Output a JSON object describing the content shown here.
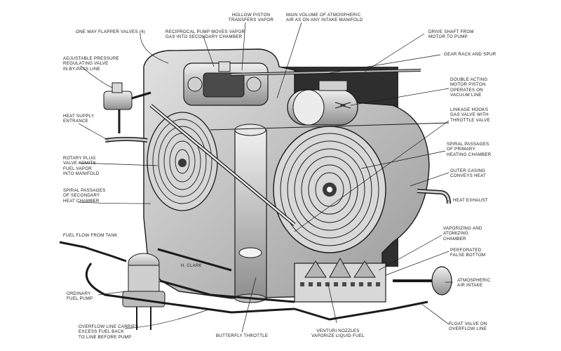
{
  "labels": {
    "hollow_piston": "HOLLOW PISTON\nTRANSFERS VAPOR",
    "main_volume": "MAIN VOLUME OF ATMOSPHERIC\nAIR AS ON ANY INTAKE MANIFOLD",
    "one_way_valves": "ONE WAY FLAPPER VALVES (4)",
    "reciprocal_pump": "RECIPROCAL PUMP MOVES VAPOR\nGAS INTO SECONDARY CHAMBER",
    "drive_shaft": "DRIVE SHAFT FROM\nMOTOR TO PUMP",
    "adjustable_valve": "ADJUSTABLE PRESSURE\nREGULATING VALVE\nIN BY-PASS LINE",
    "gear_rack": "GEAR RACK AND SPUR",
    "motor_piston": "DOUBLE ACTING\nMOTOR PISTON\nOPERATES ON\nVACUUM LINE",
    "heat_supply": "HEAT SUPPLY\nENTRANCE",
    "linkage_hooks": "LINKAGE HOOKS\nGAS VALVE WITH\nTHROTTLE VALVE",
    "rotary_plug": "ROTARY PLUG\nVALVE ADMITS\nFUEL VAPOR\nINTO MANIFOLD",
    "spiral_primary": "SPIRAL PASSAGES\nOF PRIMARY\nHEATING CHAMBER",
    "outer_casing": "OUTER CASING\nCONVEYS HEAT",
    "spiral_secondary": "SPIRAL PASSAGES\nOF SECONDARY\nHEAT CHAMBER",
    "heat_exhaust": "HEAT EXHAUST",
    "fuel_flow": "FUEL FLOW FROM TANK",
    "vaporizing": "VAPORIZING AND\nATOMIZING\nCHAMBER",
    "perforated": "PERFORATED\nFALSE BOTTOM",
    "signature": "H. CLARK",
    "atmospheric_intake": "ATMOSPHERIC\nAIR INTAKE",
    "ordinary_pump": "ORDINARY\nFUEL PUMP",
    "overflow_line": "OVERFLOW LINE CARRIES\nEXCESS FUEL BACK\nTO LINE BEFORE PUMP",
    "butterfly": "BUTTERFLY THROTTLE",
    "venturi": "VENTURI NOZZLES\nVAPORIZE LIQUID FUEL",
    "float_valve": "FLOAT VALVE ON\nOVERFLOW LINE"
  },
  "colors": {
    "ink": "#1a1a1a",
    "casing": "#c9c9c9",
    "shadow": "#2e2e2e",
    "background": "#ffffff"
  }
}
